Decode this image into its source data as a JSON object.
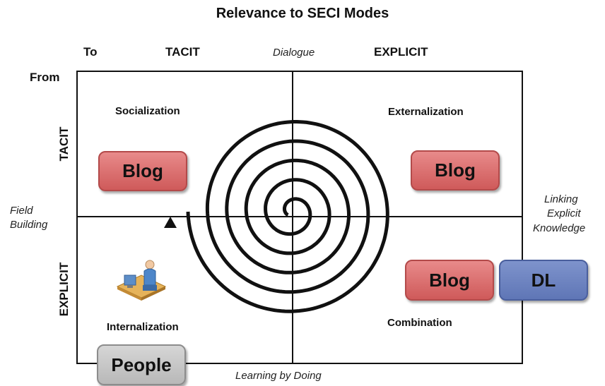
{
  "title": "Relevance to SECI Modes",
  "headers": {
    "to": "To",
    "from": "From",
    "tacit_col": "TACIT",
    "explicit_col": "EXPLICIT",
    "tacit_row": "TACIT",
    "explicit_row": "EXPLICIT"
  },
  "edges": {
    "top": "Dialogue",
    "bottom": "Learning by Doing",
    "left_line1": "Field",
    "left_line2": "Building",
    "right_line1": "Linking",
    "right_line2": "Explicit",
    "right_line3": "Knowledge"
  },
  "quadrants": {
    "socialization": "Socialization",
    "externalization": "Externalization",
    "internalization": "Internalization",
    "combination": "Combination"
  },
  "boxes": {
    "blog_top_left": "Blog",
    "blog_top_right": "Blog",
    "blog_bottom_right": "Blog",
    "dl": "DL",
    "people": "People"
  },
  "colors": {
    "red_box": "#d86a6a",
    "blue_box": "#6b81bf",
    "gray_box": "#c7c7c7"
  },
  "icons": [
    "spiral-arrow-icon",
    "person-at-computer-icon"
  ]
}
